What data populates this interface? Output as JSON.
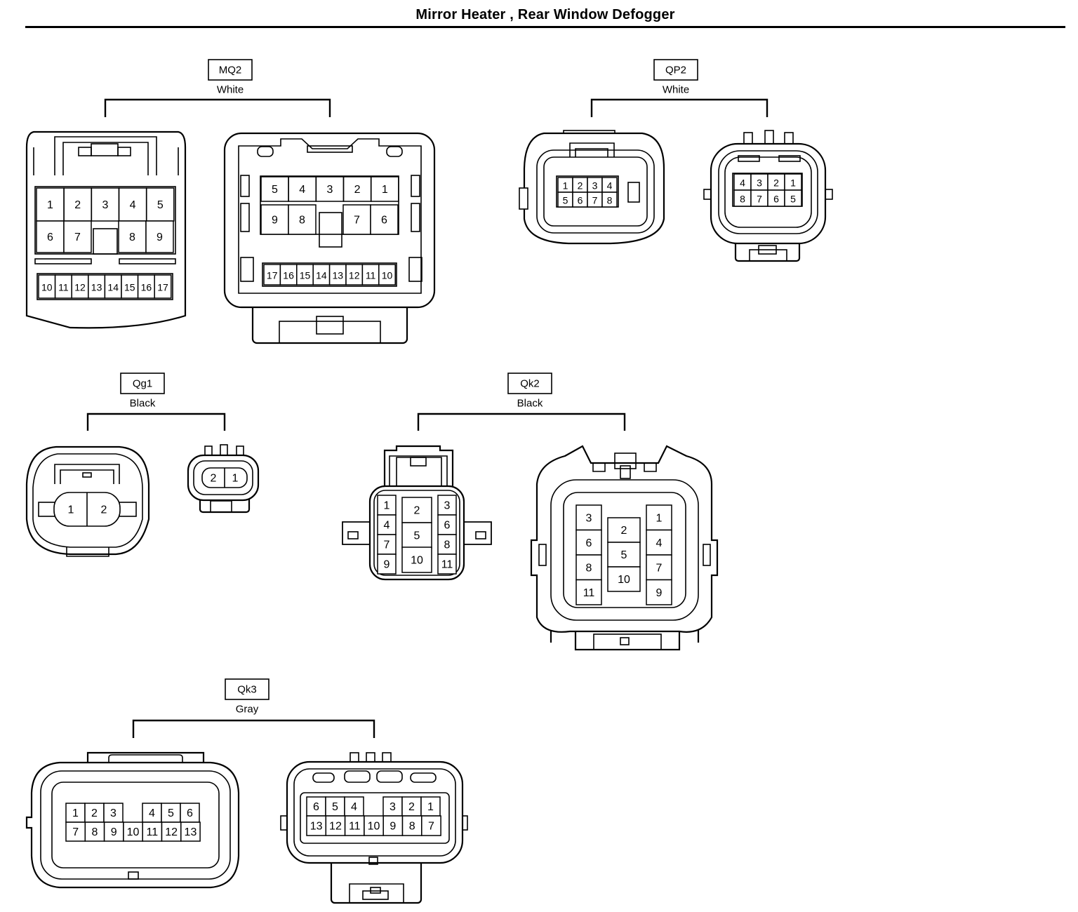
{
  "title": "Mirror Heater , Rear Window Defogger",
  "connectors": {
    "mq2": {
      "id": "MQ2",
      "color": "White"
    },
    "qp2": {
      "id": "QP2",
      "color": "White"
    },
    "qg1": {
      "id": "Qg1",
      "color": "Black"
    },
    "qk2": {
      "id": "Qk2",
      "color": "Black"
    },
    "qk3": {
      "id": "Qk3",
      "color": "Gray"
    }
  },
  "pins": {
    "mq2_a_top": [
      "1",
      "2",
      "3",
      "4",
      "5"
    ],
    "mq2_a_mid": [
      "6",
      "7",
      "8",
      "9"
    ],
    "mq2_a_bot": [
      "10",
      "11",
      "12",
      "13",
      "14",
      "15",
      "16",
      "17"
    ],
    "mq2_b_top": [
      "5",
      "4",
      "3",
      "2",
      "1"
    ],
    "mq2_b_mid": [
      "9",
      "8",
      "7",
      "6"
    ],
    "mq2_b_bot": [
      "17",
      "16",
      "15",
      "14",
      "13",
      "12",
      "11",
      "10"
    ],
    "qp2_a": [
      "1",
      "2",
      "3",
      "4",
      "5",
      "6",
      "7",
      "8"
    ],
    "qp2_b": [
      "4",
      "3",
      "2",
      "1",
      "8",
      "7",
      "6",
      "5"
    ],
    "qg1_a": [
      "1",
      "2"
    ],
    "qg1_b": [
      "2",
      "1"
    ],
    "qk2_a_left": [
      "1",
      "4",
      "7",
      "9"
    ],
    "qk2_a_mid": [
      "2",
      "5",
      "10"
    ],
    "qk2_a_right": [
      "3",
      "6",
      "8",
      "11"
    ],
    "qk2_b_left": [
      "3",
      "6",
      "8",
      "11"
    ],
    "qk2_b_mid": [
      "2",
      "5",
      "10"
    ],
    "qk2_b_right": [
      "1",
      "4",
      "7",
      "9"
    ],
    "qk3_a_top": [
      "1",
      "2",
      "3",
      "4",
      "5",
      "6"
    ],
    "qk3_a_bot": [
      "7",
      "8",
      "9",
      "10",
      "11",
      "12",
      "13"
    ],
    "qk3_b_top": [
      "6",
      "5",
      "4",
      "3",
      "2",
      "1"
    ],
    "qk3_b_bot": [
      "13",
      "12",
      "11",
      "10",
      "9",
      "8",
      "7"
    ]
  }
}
